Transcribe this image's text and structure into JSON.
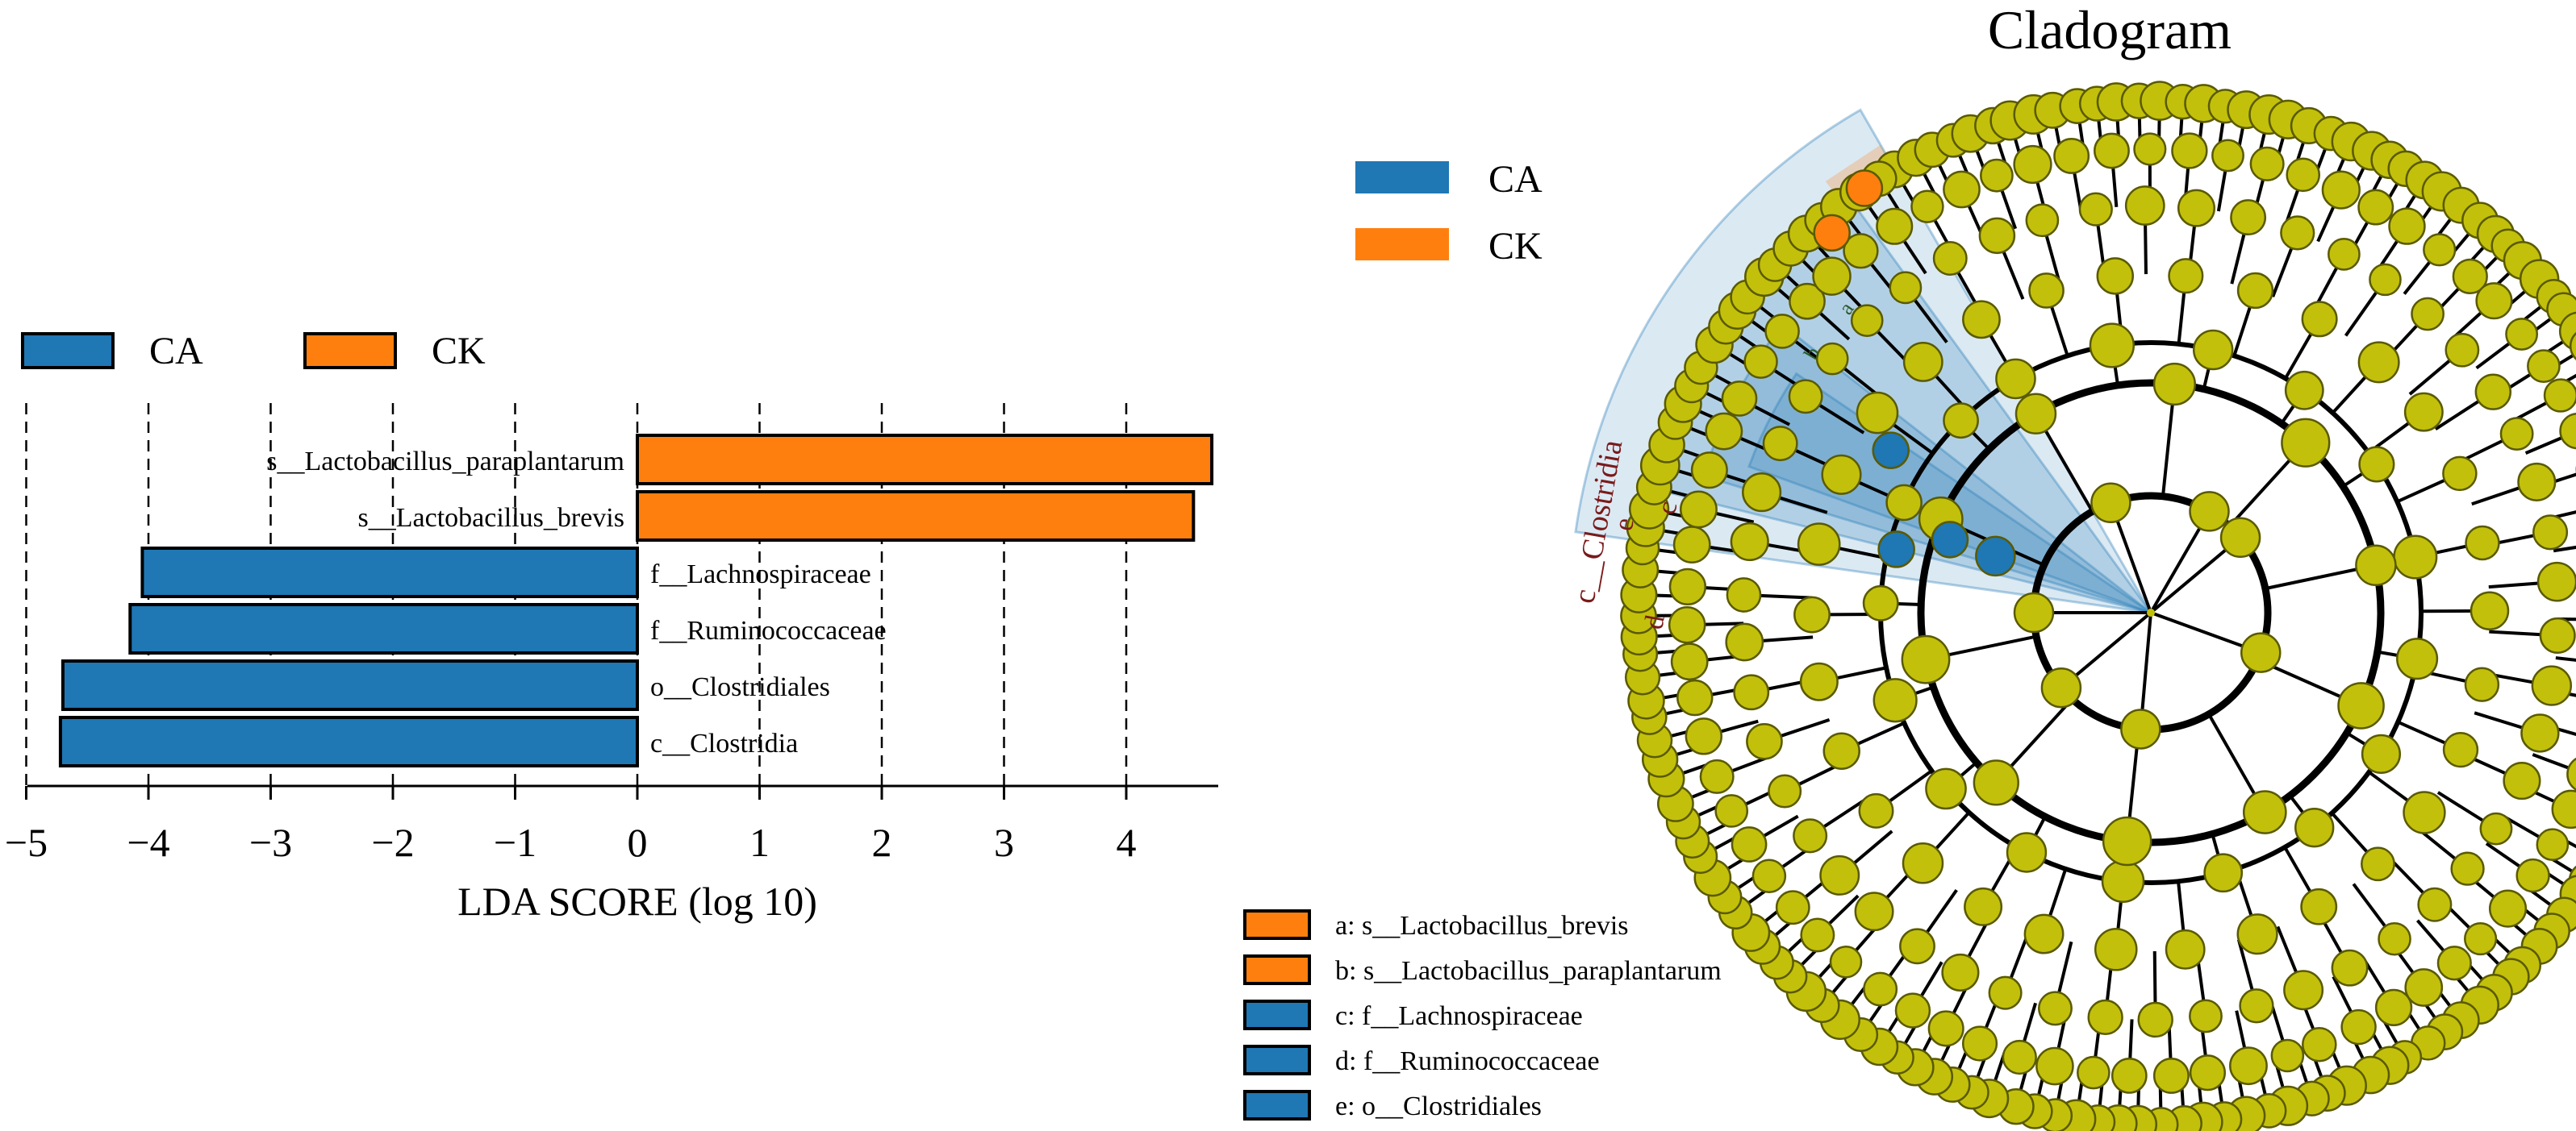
{
  "colors": {
    "CA": "#1f77b4",
    "CK": "#ff7f0e",
    "node": "#c2c00b",
    "node_edge": "#5a5a00",
    "highlight": "#1f77b4"
  },
  "chart_data": [
    {
      "type": "bar",
      "orientation": "horizontal",
      "title": "",
      "xlabel": "LDA SCORE (log 10)",
      "ylabel": "",
      "xlim": [
        -5,
        4.8
      ],
      "xticks": [
        -5,
        -4,
        -3,
        -2,
        -1,
        0,
        1,
        2,
        3,
        4
      ],
      "xtick_labels": [
        "−5",
        "−4",
        "−3",
        "−2",
        "−1",
        "0",
        "1",
        "2",
        "3",
        "4"
      ],
      "grid": "vertical dashed",
      "legend": {
        "placement": "top-left",
        "entries": [
          "CA",
          "CK"
        ]
      },
      "bars": [
        {
          "label": "s__Lactobacillus_paraplantarum",
          "value": 4.7,
          "group": "CK"
        },
        {
          "label": "s__Lactobacillus_brevis",
          "value": 4.55,
          "group": "CK"
        },
        {
          "label": "f__Lachnospiraceae",
          "value": -4.05,
          "group": "CA"
        },
        {
          "label": "f__Ruminococcaceae",
          "value": -4.15,
          "group": "CA"
        },
        {
          "label": "o__Clostridiales",
          "value": -4.7,
          "group": "CA"
        },
        {
          "label": "c__Clostridia",
          "value": -4.72,
          "group": "CA"
        }
      ]
    },
    {
      "type": "cladogram",
      "title": "Cladogram",
      "legend": {
        "placement": "top-left",
        "entries": [
          "CA",
          "CK"
        ]
      },
      "clade_labels": [
        "c__Clostridia",
        "e",
        "d",
        "c",
        "b",
        "a"
      ],
      "key": [
        {
          "text": "a: s__Lactobacillus_brevis",
          "group": "CK"
        },
        {
          "text": "b: s__Lactobacillus_paraplantarum",
          "group": "CK"
        },
        {
          "text": "c: f__Lachnospiraceae",
          "group": "CA"
        },
        {
          "text": "d: f__Ruminococcaceae",
          "group": "CA"
        },
        {
          "text": "e: o__Clostridiales",
          "group": "CA"
        }
      ]
    }
  ]
}
